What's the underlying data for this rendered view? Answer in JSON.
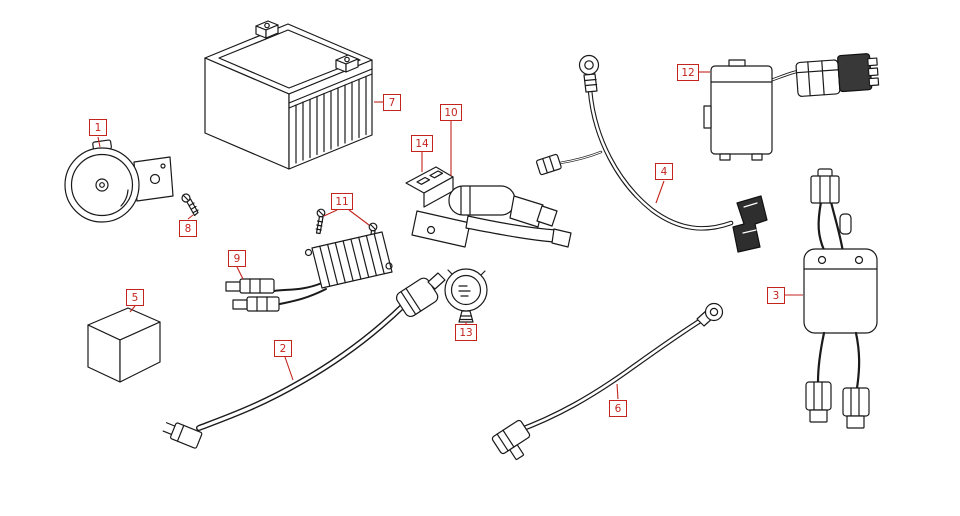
{
  "diagram": {
    "callouts": [
      {
        "label": "1"
      },
      {
        "label": "2"
      },
      {
        "label": "3"
      },
      {
        "label": "4"
      },
      {
        "label": "5"
      },
      {
        "label": "6"
      },
      {
        "label": "7"
      },
      {
        "label": "8"
      },
      {
        "label": "9"
      },
      {
        "label": "10"
      },
      {
        "label": "11"
      },
      {
        "label": "12"
      },
      {
        "label": "13"
      },
      {
        "label": "14"
      }
    ],
    "colors": {
      "callout_red": "#c3251d",
      "ink": "#1a1a1a",
      "background": "#ffffff"
    }
  }
}
